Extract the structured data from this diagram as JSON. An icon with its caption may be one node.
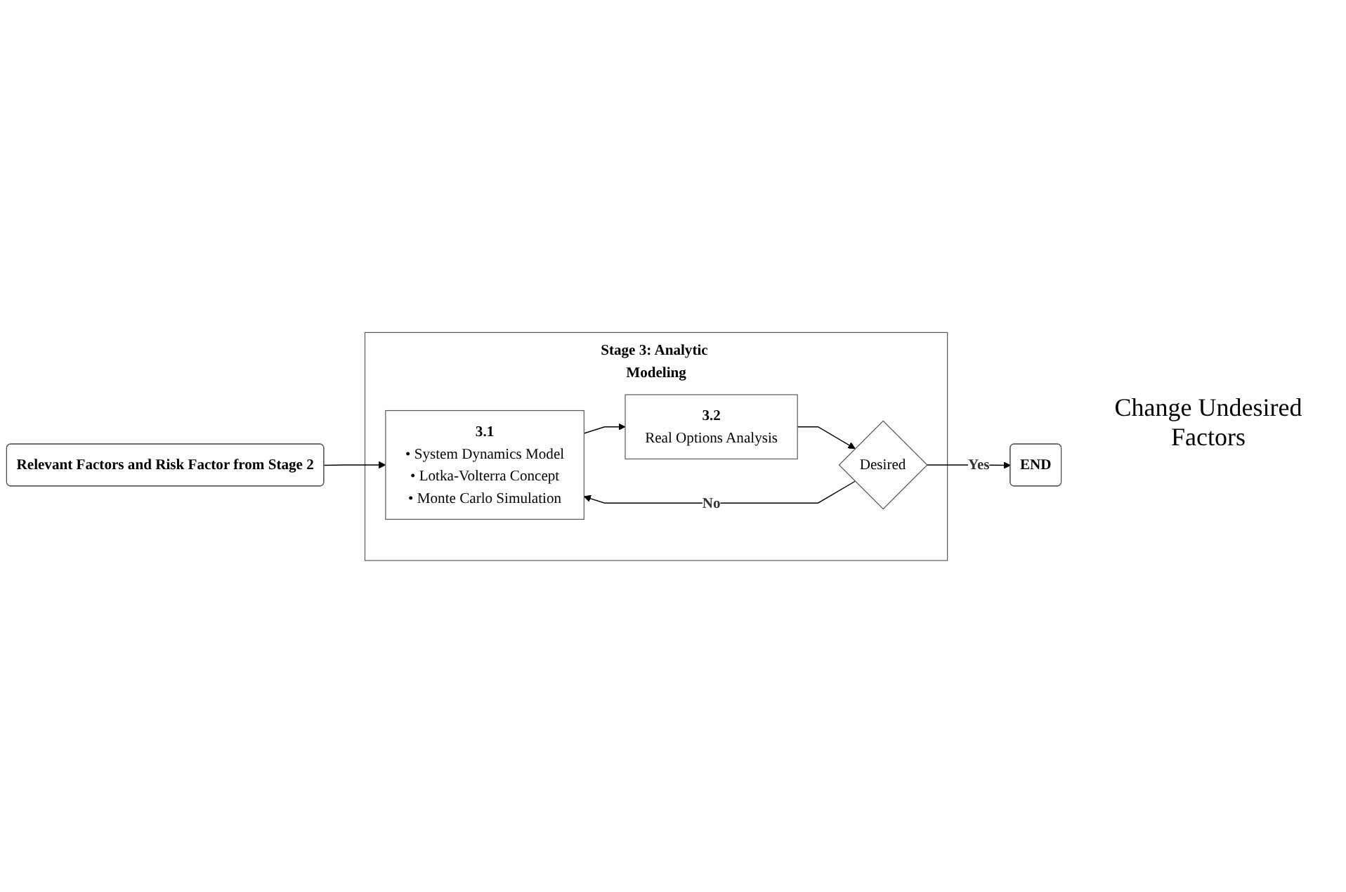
{
  "diagram": {
    "nodes": [
      {
        "text": [
          "Stage 3: Analytic Modeling"
        ]
      },
      {
        "text": [
          "Relevant Factors and Risk Factor from Stage 2"
        ]
      },
      {
        "text": [
          "3.1",
          "• System Dynamics Model",
          "• Lotka-Volterra Concept",
          "• Monte Carlo Simulation"
        ],
        "in": 0
      },
      {
        "text": [
          "3.2",
          "Real Options Analysis"
        ],
        "in": 0
      },
      {
        "text": [
          "Desired"
        ],
        "in": 0
      },
      {
        "text": [
          "END"
        ]
      }
    ],
    "edges": [
      {
        "from": 1,
        "to": 2,
        "arrow": "to"
      },
      {
        "from": 2,
        "to": 3,
        "arrow": "to"
      },
      {
        "from": 3,
        "to": 4,
        "arrow": "to"
      },
      {
        "from": 4,
        "to": 2,
        "arrow": "to",
        "label": "No"
      },
      {
        "from": 4,
        "to": 5,
        "arrow": "to",
        "label": "Yes"
      }
    ],
    "labels": [
      "Change Undesired Factors"
    ]
  }
}
